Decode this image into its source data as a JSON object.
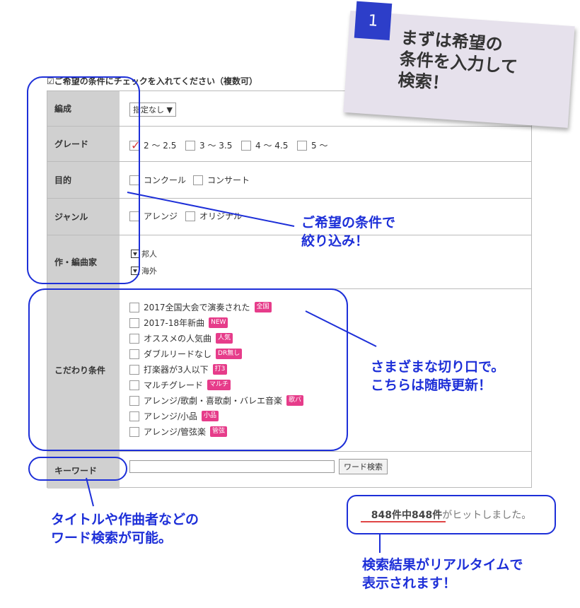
{
  "intro": "☑ご希望の条件にチェックを入れてください（複数可）",
  "rows": {
    "formation": {
      "label": "編成",
      "select": "指定なし"
    },
    "grade": {
      "label": "グレード",
      "options": [
        "2 ～ 2.5",
        "3 ～ 3.5",
        "4 ～ 4.5",
        "5 ～"
      ]
    },
    "purpose": {
      "label": "目的",
      "options": [
        "コンクール",
        "コンサート"
      ]
    },
    "genre": {
      "label": "ジャンル",
      "options": [
        "アレンジ",
        "オリジナル"
      ]
    },
    "composer": {
      "label": "作・編曲家",
      "options": [
        "邦人",
        "海外"
      ]
    },
    "special": {
      "label": "こだわり条件",
      "items": [
        {
          "text": "2017全国大会で演奏された",
          "badge": "全国"
        },
        {
          "text": "2017-18年新曲",
          "badge": "NEW"
        },
        {
          "text": "オススメの人気曲",
          "badge": "人気"
        },
        {
          "text": "ダブルリードなし",
          "badge": "DR無し"
        },
        {
          "text": "打楽器が3人以下",
          "badge": "打3"
        },
        {
          "text": "マルチグレード",
          "badge": "マルチ"
        },
        {
          "text": "アレンジ/歌劇・喜歌劇・バレエ音楽",
          "badge": "歌バ"
        },
        {
          "text": "アレンジ/小品",
          "badge": "小品"
        },
        {
          "text": "アレンジ/管弦楽",
          "badge": "管弦"
        }
      ]
    },
    "keyword": {
      "label": "キーワード",
      "button": "ワード検索",
      "value": ""
    }
  },
  "callout": {
    "number": "1",
    "line1": "まずは希望の",
    "line2": "条件を入力して",
    "line3": "検索！"
  },
  "annotations": {
    "narrow_1": "ご希望の条件で",
    "narrow_2": "絞り込み！",
    "special_1": "さまざまな切り口で。",
    "special_2": "こちらは随時更新！",
    "keyword_1": "タイトルや作曲者などの",
    "keyword_2": "ワード検索が可能。",
    "result_1": "検索結果がリアルタイムで",
    "result_2": "表示されます！"
  },
  "result": {
    "count": "848件中848件",
    "suffix": "がヒットしました。"
  },
  "colors": {
    "annotation_blue": "#1d2fd8",
    "badge_pink": "#e63c8a",
    "label_gray": "#d0d0d0"
  }
}
